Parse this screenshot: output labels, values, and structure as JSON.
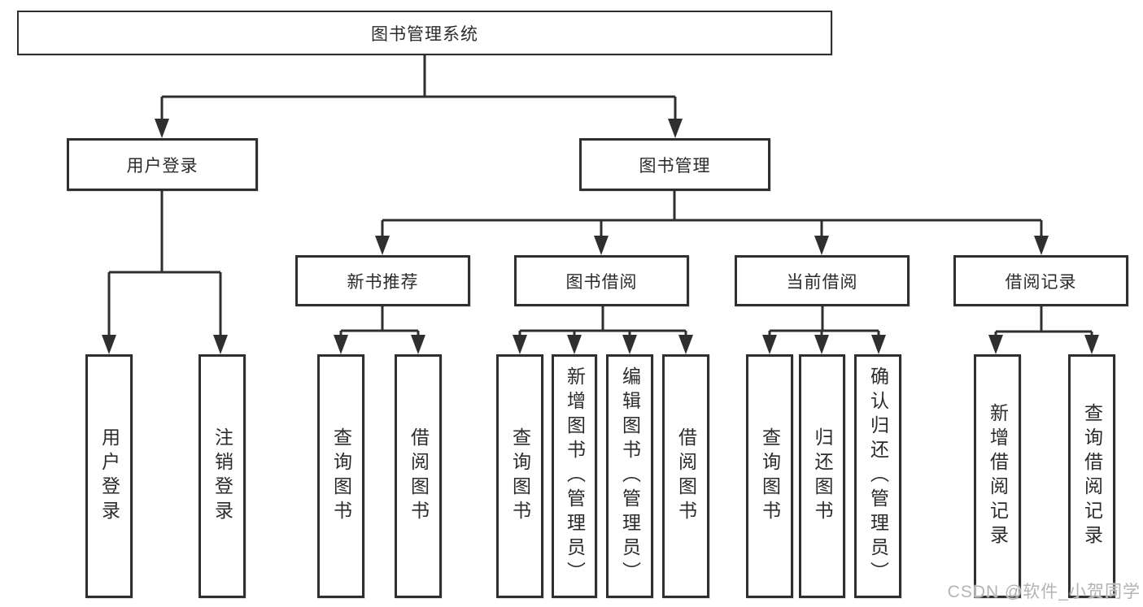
{
  "nodes": {
    "root": "图书管理系统",
    "user_login": "用户登录",
    "book_mgmt": "图书管理",
    "new_books": "新书推荐",
    "book_borrow": "图书借阅",
    "current_borrow": "当前借阅",
    "borrow_records": "借阅记录",
    "leaf_user_login": "用户登录",
    "leaf_logout": "注销登录",
    "leaf_nb_query": "查询图书",
    "leaf_nb_borrow": "借阅图书",
    "leaf_bb_query": "查询图书",
    "leaf_bb_add": "新增图书（管理员）",
    "leaf_bb_edit": "编辑图书（管理员）",
    "leaf_bb_borrow": "借阅图书",
    "leaf_cb_query": "查询图书",
    "leaf_cb_return": "归还图书",
    "leaf_cb_confirm": "确认归还（管理员）",
    "leaf_br_add": "新增借阅记录",
    "leaf_br_query": "查询借阅记录"
  },
  "watermark": "CSDN @软件_小贺同学",
  "colors": {
    "background": "#ffffff",
    "line": "#2f2f2f",
    "text": "#2b2b2b",
    "watermark": "#b3b3b3"
  }
}
